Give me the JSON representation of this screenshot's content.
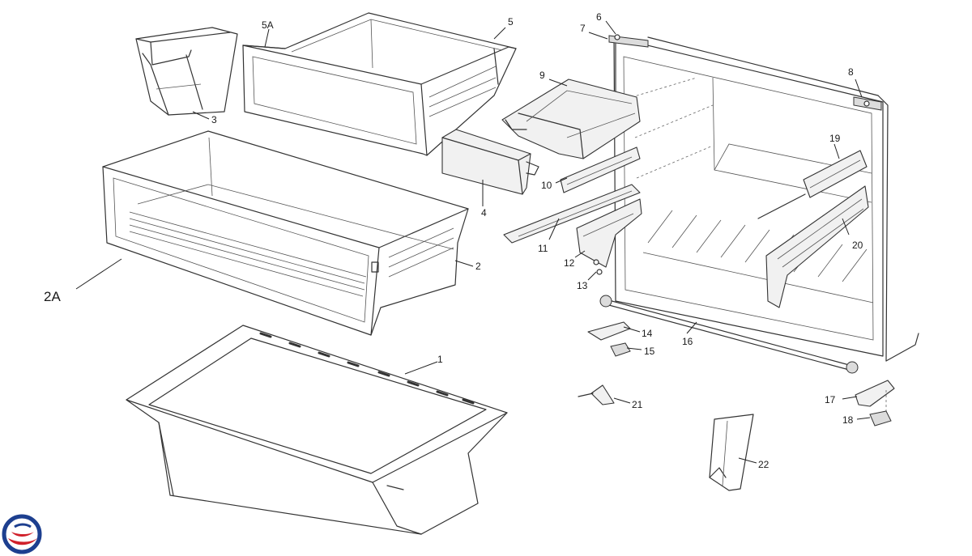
{
  "diagram": {
    "type": "exploded-parts-diagram",
    "callouts": [
      {
        "id": "c1",
        "label": "1"
      },
      {
        "id": "c2",
        "label": "2"
      },
      {
        "id": "c2a",
        "label": "2A"
      },
      {
        "id": "c3",
        "label": "3"
      },
      {
        "id": "c4",
        "label": "4"
      },
      {
        "id": "c5",
        "label": "5"
      },
      {
        "id": "c5a",
        "label": "5A"
      },
      {
        "id": "c6",
        "label": "6"
      },
      {
        "id": "c7",
        "label": "7"
      },
      {
        "id": "c8",
        "label": "8"
      },
      {
        "id": "c9",
        "label": "9"
      },
      {
        "id": "c10",
        "label": "10"
      },
      {
        "id": "c11",
        "label": "11"
      },
      {
        "id": "c12",
        "label": "12"
      },
      {
        "id": "c13",
        "label": "13"
      },
      {
        "id": "c14",
        "label": "14"
      },
      {
        "id": "c15",
        "label": "15"
      },
      {
        "id": "c16",
        "label": "16"
      },
      {
        "id": "c17",
        "label": "17"
      },
      {
        "id": "c18",
        "label": "18"
      },
      {
        "id": "c19",
        "label": "19"
      },
      {
        "id": "c20",
        "label": "20"
      },
      {
        "id": "c21",
        "label": "21"
      },
      {
        "id": "c22",
        "label": "22"
      }
    ]
  },
  "logo": {
    "icon": "brand-swirl-logo",
    "colors": {
      "blue": "#1d3f8f",
      "red": "#d0202a"
    }
  }
}
